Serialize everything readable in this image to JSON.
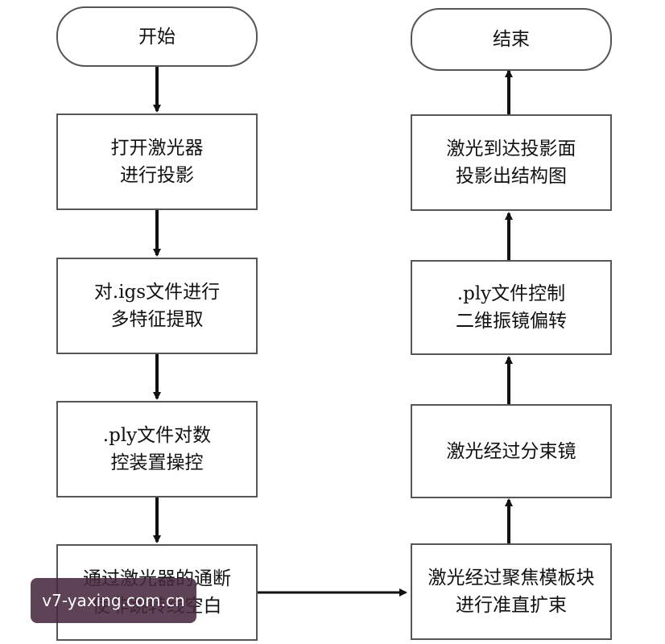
{
  "flowchart": {
    "left": {
      "start": "开始",
      "step1": "打开激光器\n进行投影",
      "step2": "对.igs文件进行\n多特征提取",
      "step3": ".ply文件对数\n控装置操控",
      "step4": "通过激光器的通断\n使非跳转线空白"
    },
    "right": {
      "step5": "激光经过聚焦模板块\n进行准直扩束",
      "step6": "激光经过分束镜",
      "step7": ".ply文件控制\n二维振镜偏转",
      "step8": "激光到达投影面\n投影出结构图",
      "end": "结束"
    }
  },
  "watermark": {
    "text": "v7-yaxing.com.cn"
  },
  "colors": {
    "border": "#555555",
    "arrow": "#111111",
    "watermark_bg": "#48283e"
  }
}
